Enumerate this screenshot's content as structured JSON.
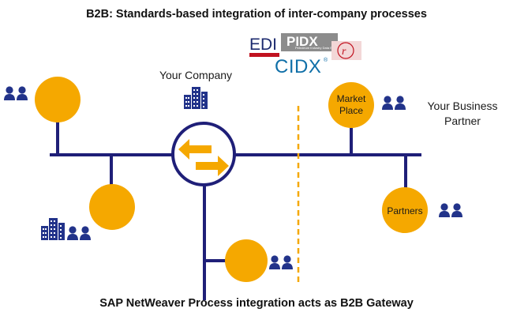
{
  "title": "B2B: Standards-based integration of inter-company processes",
  "footer": "SAP NetWeaver Process integration acts as B2B Gateway",
  "labels": {
    "your_company": "Your Company",
    "your_business_partner_line1": "Your Business",
    "your_business_partner_line2": "Partner",
    "market_place_line1": "Market",
    "market_place_line2": "Place",
    "partners": "Partners"
  },
  "logos": {
    "edi": "EDI",
    "pidx": "PIDX",
    "pidx_tagline": "Petroleum Industry Data Exchange",
    "cidx": "CIDX",
    "rosetta": "r"
  },
  "colors": {
    "node": "#F5A800",
    "line": "#1F1F78",
    "icon": "#22338A",
    "dashed": "#F5A800",
    "edi_red": "#C1121F",
    "pidx_grey": "#8C8C8C",
    "cidx_blue": "#0F6FA8"
  },
  "icons": [
    "people-icon",
    "building-icon",
    "exchange-arrows-icon"
  ]
}
